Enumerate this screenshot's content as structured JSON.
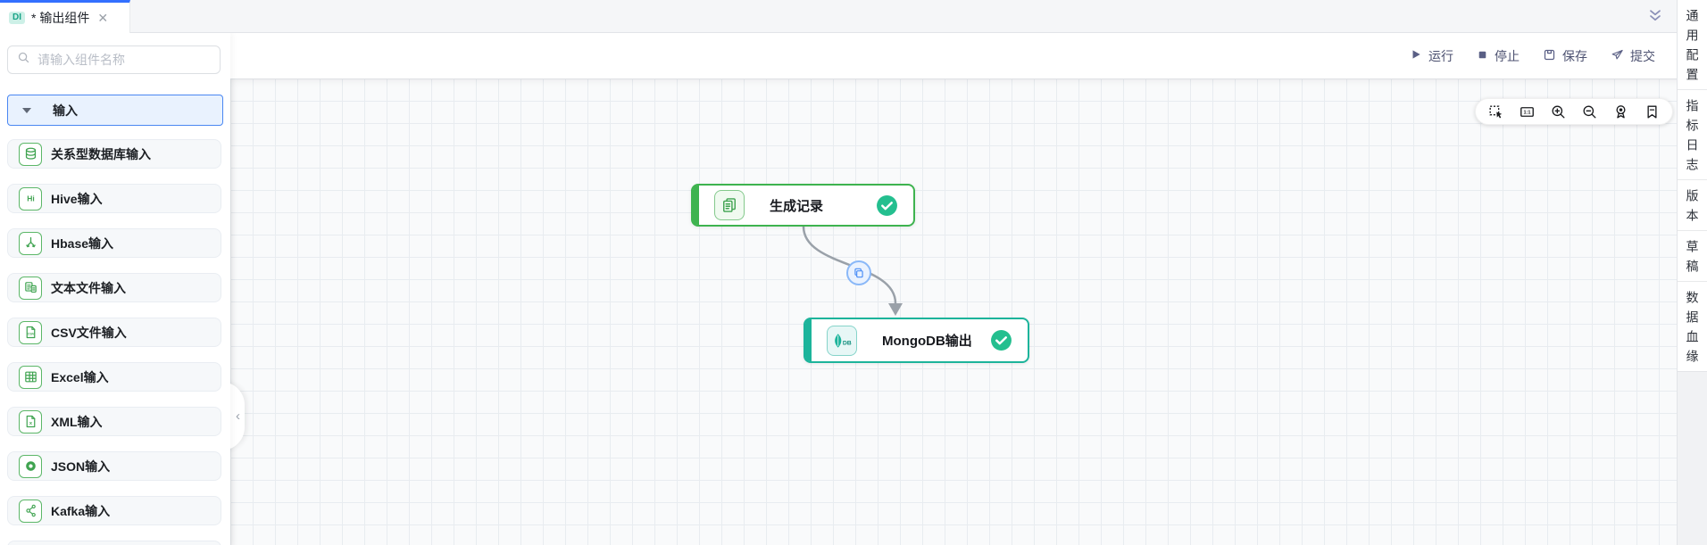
{
  "tab_bar": {
    "badge": "DI",
    "title": "* 输出组件",
    "close": "✕",
    "collapse_icon": "double-chevron-down-icon"
  },
  "action_toolbar": {
    "run": "运行",
    "stop": "停止",
    "save": "保存",
    "submit": "提交",
    "icons": [
      "play-icon",
      "stop-icon",
      "save-icon",
      "paper-plane-icon"
    ],
    "color": "#4c5170"
  },
  "sidebar": {
    "search": {
      "placeholder": "请输入组件名称",
      "icon": "search-icon"
    },
    "section": {
      "label": "输入",
      "state": "expanded",
      "icon": "triangle-down-icon"
    },
    "items": [
      {
        "label": "关系型数据库输入",
        "icon": "database-icon"
      },
      {
        "label": "Hive输入",
        "icon": "hive-icon"
      },
      {
        "label": "Hbase输入",
        "icon": "hbase-branch-icon"
      },
      {
        "label": "文本文件输入",
        "icon": "text-file-icon"
      },
      {
        "label": "CSV文件输入",
        "icon": "csv-file-icon"
      },
      {
        "label": "Excel输入",
        "icon": "excel-table-icon"
      },
      {
        "label": "XML输入",
        "icon": "xml-file-icon"
      },
      {
        "label": "JSON输入",
        "icon": "json-icon"
      },
      {
        "label": "Kafka输入",
        "icon": "kafka-icon"
      }
    ],
    "icon_color": "#3fa350"
  },
  "canvas": {
    "nodes": [
      {
        "label": "生成记录",
        "icon": "records-icon",
        "status_icon": "success-check-icon",
        "accent": "#3eb34f"
      },
      {
        "label": "MongoDB输出",
        "icon": "mongodb-icon",
        "icon_text": "DB",
        "status_icon": "success-check-icon",
        "accent": "#1cb49b"
      }
    ],
    "edge": {
      "from": "生成记录",
      "to": "MongoDB输出",
      "badge_icon": "copy-icon",
      "color": "#9aa1a9"
    },
    "toolbar_icons": [
      "marquee-select-icon",
      "actual-size-icon",
      "zoom-in-icon",
      "zoom-out-icon",
      "locate-icon",
      "bookmark-icon"
    ],
    "collapse_handle_icon": "chevron-left-icon"
  },
  "right_panel": {
    "tabs": [
      "通用配置",
      "指标日志",
      "版本",
      "草稿",
      "数据血缘"
    ]
  },
  "colors": {
    "active_tab_accent": "#3370ff",
    "green": "#3eb34f",
    "teal": "#1cb49b",
    "check_green": "#24bf8f",
    "edge_gray": "#9aa1a9",
    "badge_blue": "#4a8df6"
  }
}
